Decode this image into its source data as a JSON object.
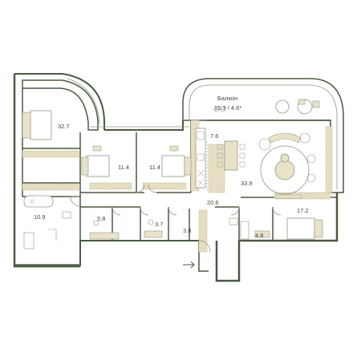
{
  "colors": {
    "wall": "#4a5a42",
    "wall_fill": "#ffffff",
    "accent": "#e9e2c8",
    "accent_stroke": "#c9bd93",
    "furniture": "#8d9a84",
    "room_fill": "#ffffff"
  },
  "balcony": {
    "name": "Балкон",
    "area": "15.3 / 4.6*"
  },
  "rooms": {
    "bedroom_master": "32.7",
    "bedroom_left": "11.4",
    "bedroom_right": "11.4",
    "kitchen": "7.6",
    "living": "33.9",
    "hall": "20.6",
    "bathroom_main": "10.9",
    "bathroom_small": "5.8",
    "wc": "3.7",
    "storage": "3.8",
    "bathroom_right": "4.8",
    "bedroom_right_big": "17.2"
  },
  "entrance": {
    "icon": "entrance-arrow-icon"
  }
}
